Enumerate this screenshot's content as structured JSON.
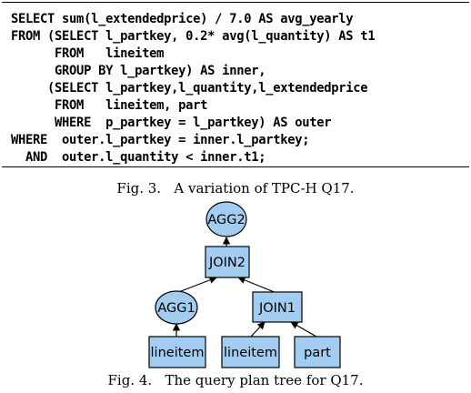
{
  "sql_query": {
    "lines": [
      "SELECT sum(l_extendedprice) / 7.0 AS avg_yearly",
      "FROM (SELECT l_partkey, 0.2* avg(l_quantity) AS t1",
      "      FROM   lineitem",
      "      GROUP BY l_partkey) AS inner,",
      "     (SELECT l_partkey,l_quantity,l_extendedprice",
      "      FROM   lineitem, part",
      "      WHERE  p_partkey = l_partkey) AS outer",
      "WHERE  outer.l_partkey = inner.l_partkey;",
      "  AND  outer.l_quantity < inner.t1;"
    ]
  },
  "fig3_caption": "Fig. 3.   A variation of TPC-H Q17.",
  "plan_tree": {
    "nodes": {
      "agg2": "AGG2",
      "join2": "JOIN2",
      "agg1": "AGG1",
      "join1": "JOIN1",
      "lineitem_left": "lineitem",
      "lineitem_right": "lineitem",
      "part": "part"
    },
    "colors": {
      "node_fill": "#a3ccf1",
      "stroke": "#000000"
    }
  },
  "fig4_caption": "Fig. 4.   The query plan tree for Q17."
}
